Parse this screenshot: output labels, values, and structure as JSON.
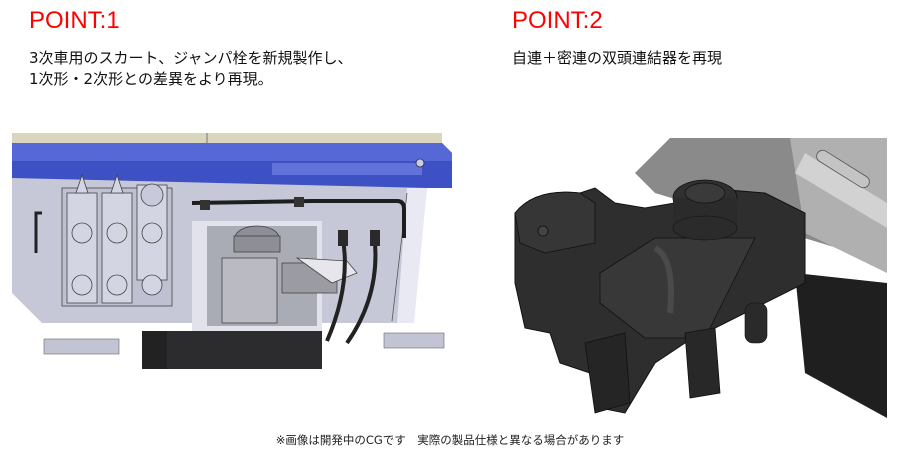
{
  "points": [
    {
      "title": "POINT:1",
      "description_lines": [
        "3次車用のスカート、ジャンパ栓を新規製作し、",
        "1次形・2次形との差異をより再現。"
      ],
      "figure": "CG render of train front skirt with jumper couplings (blue body, grey skirt, black coupler)"
    },
    {
      "title": "POINT:2",
      "description_lines": [
        "自連＋密連の双頭連結器を再現"
      ],
      "figure": "CG render of dark grey dual-head coupler (automatic + tight-lock)"
    }
  ],
  "footnote": "※画像は開発中のCGです　実際の製品仕様と異なる場合があります",
  "colors": {
    "accent_title": "#ff0000",
    "body_blue": "#3a4fc0",
    "skirt_grey": "#c8cad8",
    "coupler_dark": "#2e2e2e"
  }
}
